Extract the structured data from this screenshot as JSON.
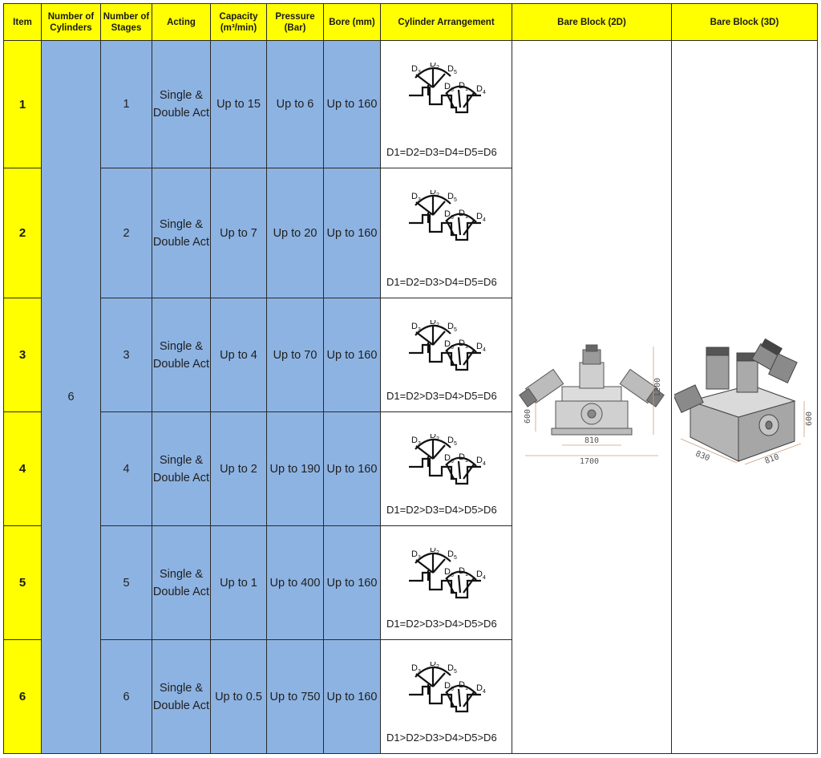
{
  "headers": {
    "item": "Item",
    "cylinders": "Number of Cylinders",
    "stages": "Number of Stages",
    "acting": "Acting",
    "capacity": "Capacity (m³/min)",
    "pressure": "Pressure (Bar)",
    "bore": "Bore (mm)",
    "arrangement": "Cylinder Arrangement",
    "bare2d": "Bare Block (2D)",
    "bare3d": "Bare Block (3D)"
  },
  "cylinders_value": "6",
  "rows": [
    {
      "item": "1",
      "stages": "1",
      "acting": "Single & Double Act",
      "capacity": "Up to 15",
      "pressure": "Up to 6",
      "bore": "Up to 160",
      "equation": "D1=D2=D3=D4=D5=D6"
    },
    {
      "item": "2",
      "stages": "2",
      "acting": "Single & Double Act",
      "capacity": "Up to 7",
      "pressure": "Up to 20",
      "bore": "Up to 160",
      "equation": "D1=D2=D3>D4=D5=D6"
    },
    {
      "item": "3",
      "stages": "3",
      "acting": "Single & Double Act",
      "capacity": "Up to 4",
      "pressure": "Up to 70",
      "bore": "Up to 160",
      "equation": "D1=D2>D3=D4>D5=D6"
    },
    {
      "item": "4",
      "stages": "4",
      "acting": "Single & Double Act",
      "capacity": "Up to 2",
      "pressure": "Up to 190",
      "bore": "Up to 160",
      "equation": "D1=D2>D3=D4>D5>D6"
    },
    {
      "item": "5",
      "stages": "5",
      "acting": "Single & Double Act",
      "capacity": "Up to 1",
      "pressure": "Up to 400",
      "bore": "Up to 160",
      "equation": "D1=D2>D3>D4>D5>D6"
    },
    {
      "item": "6",
      "stages": "6",
      "acting": "Single & Double Act",
      "capacity": "Up to 0.5",
      "pressure": "Up to 750",
      "bore": "Up to 160",
      "equation": "D1>D2>D3>D4>D5>D6"
    }
  ],
  "diagram_labels": {
    "d1": "D",
    "s1": "1",
    "d2": "D",
    "s2": "2",
    "d3": "D",
    "s3": "3",
    "d4": "D",
    "s4": "4",
    "d5": "D",
    "s5": "5",
    "d6": "D",
    "s6": "6"
  },
  "dims2d": {
    "height": "1200",
    "side": "600",
    "width_inner": "810",
    "width_outer": "1700"
  },
  "dims3d": {
    "a": "830",
    "b": "810",
    "c": "600"
  }
}
